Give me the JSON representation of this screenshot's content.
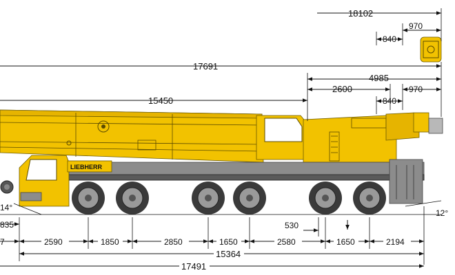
{
  "dimensions": {
    "counterweight_height_total": "18102",
    "counterweight_width_top": "970",
    "counterweight_offset_top": "840",
    "overall_height_to_boom": "17691",
    "tail_length": "4985",
    "tail_offset": "2600",
    "tail_rear_upper": "970",
    "tail_rear_lower": "840",
    "boom_length": "15450",
    "front_angle": "14°",
    "rear_angle": "12°",
    "front_overhang": "835",
    "rear_small": "530",
    "axle_front_partial": "7",
    "axle_1_2": "2590",
    "axle_2_3": "1850",
    "axle_3_4": "2850",
    "axle_4_5": "1650",
    "axle_5_6": "2580",
    "axle_6_7": "1650",
    "rear_overhang": "2194",
    "wheelbase_total": "15364",
    "overall_length": "17491"
  },
  "brand": {
    "logo_text": "LIEBHERR"
  },
  "colors": {
    "crane_yellow": "#f2c200",
    "chassis_grey": "#8c8c8c",
    "tire": "#3a3a3a"
  }
}
